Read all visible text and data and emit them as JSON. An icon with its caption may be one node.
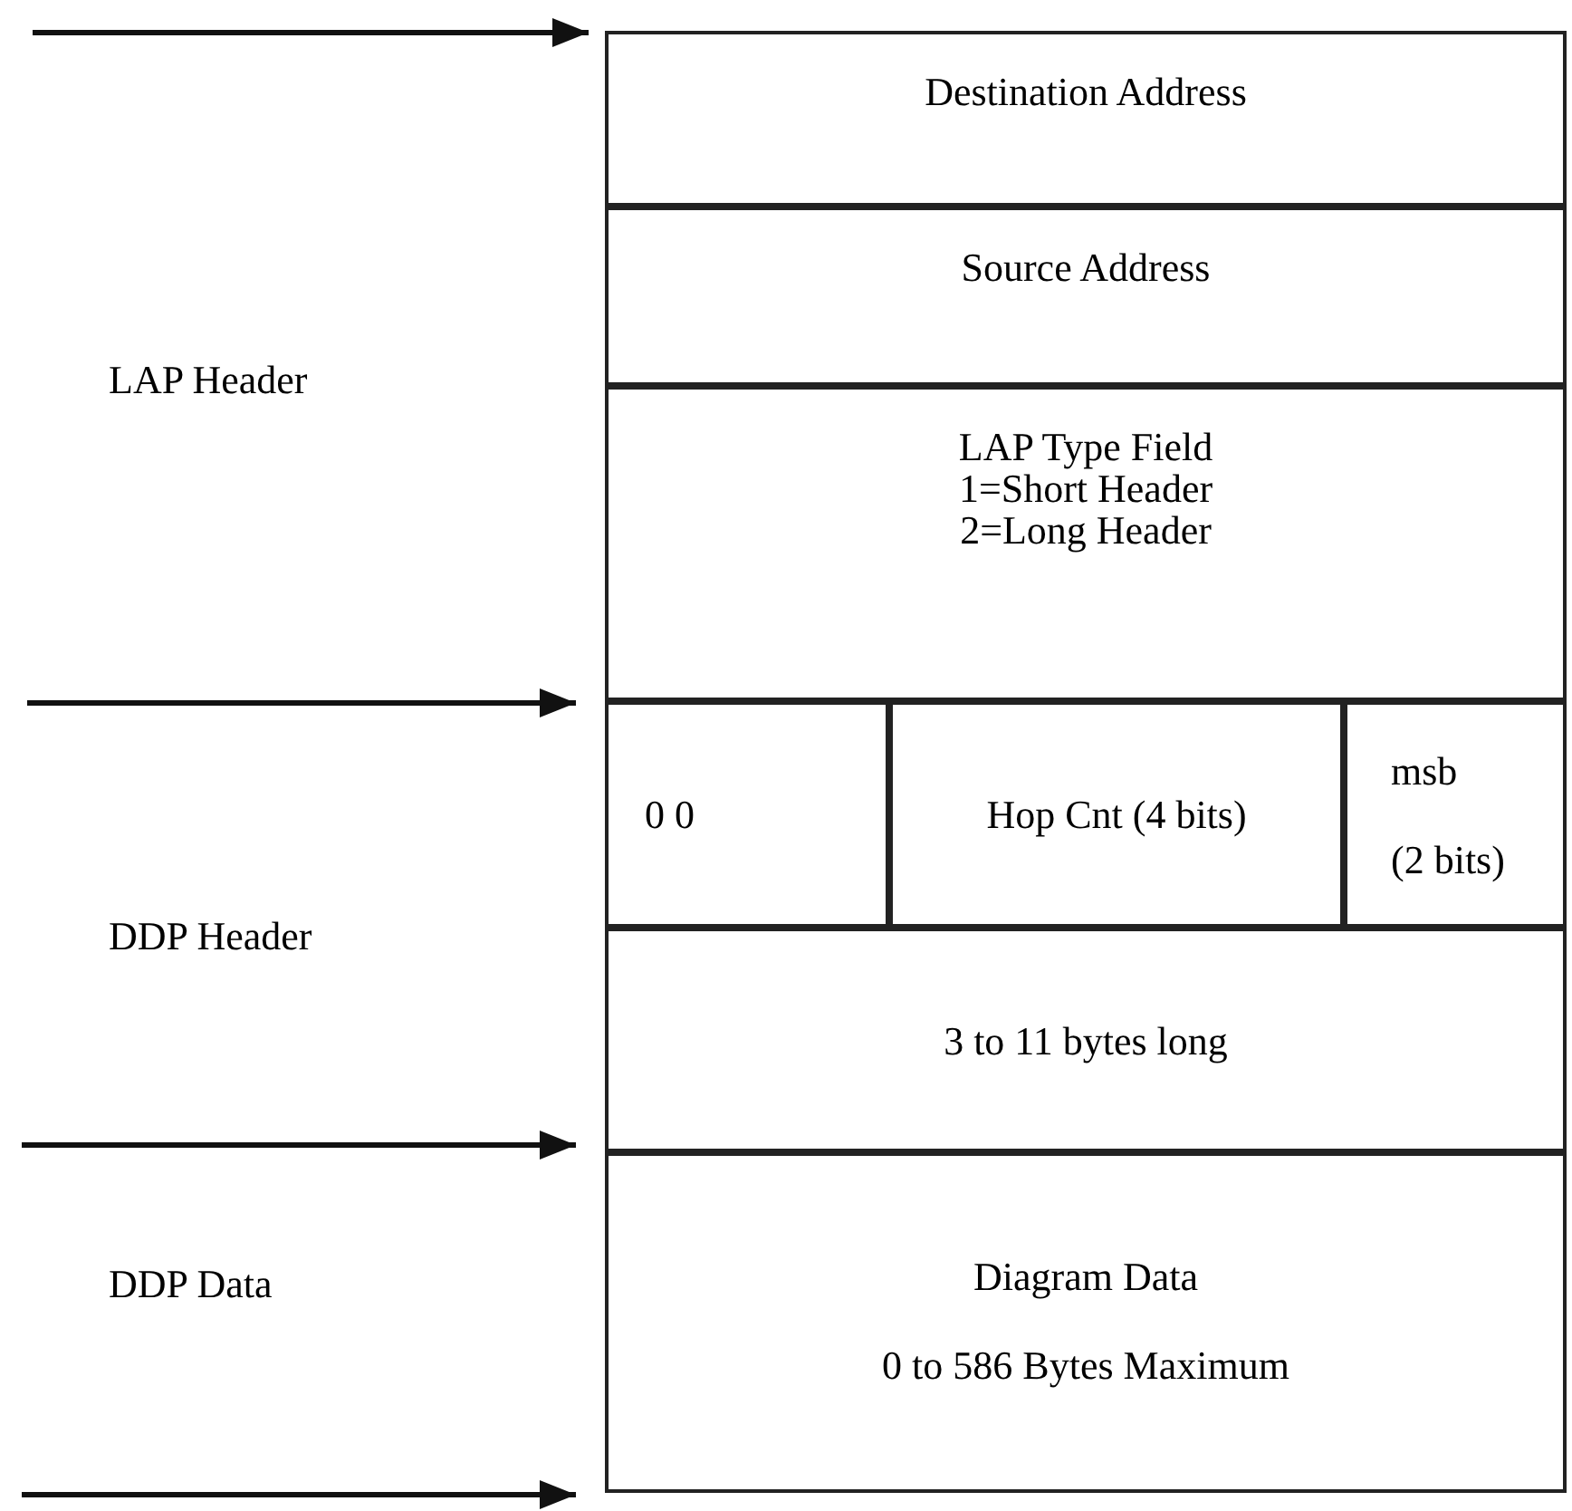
{
  "diagram": {
    "nodes": [
      {
        "text": [
          "Destination Address"
        ]
      },
      {
        "text": [
          "Source Address"
        ]
      },
      {
        "text": [
          "LAP Type Field",
          "1=Short Header",
          "2=Long Header"
        ]
      },
      {
        "text": [
          "0 0"
        ]
      },
      {
        "text": [
          "Hop Cnt (4 bits)"
        ]
      },
      {
        "text": [
          "msb",
          "(2 bits)"
        ]
      },
      {
        "text": [
          "3 to 11 bytes long"
        ]
      },
      {
        "text": [
          "Diagram Data",
          "0 to 586 Bytes Maximum"
        ]
      }
    ],
    "edges": [],
    "labels": [
      "LAP Header",
      "DDP Header",
      "DDP Data"
    ]
  }
}
